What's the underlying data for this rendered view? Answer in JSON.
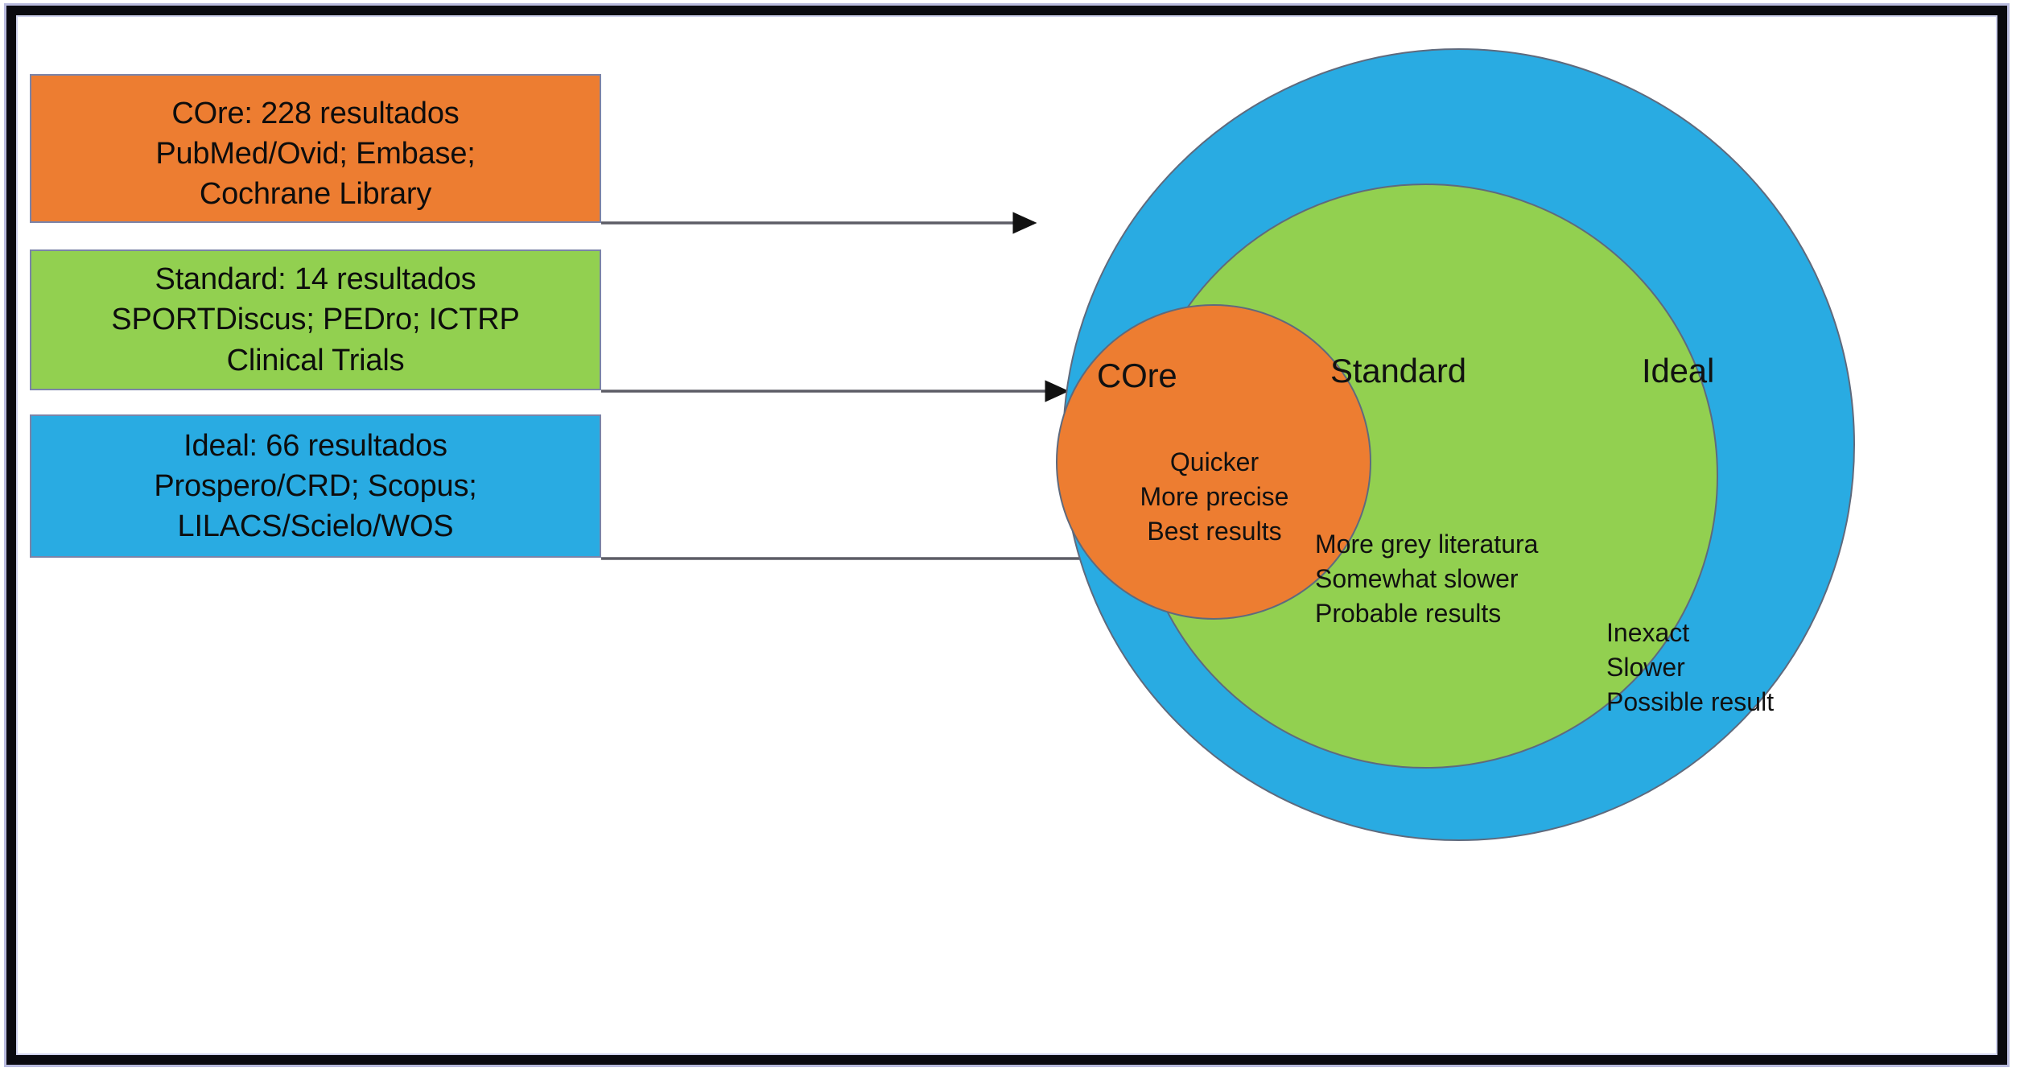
{
  "diagram": {
    "title": "Search strategy levels Venn diagram",
    "colors": {
      "core_orange": "#ED7D31",
      "standard_green": "#92D050",
      "ideal_blue": "#29ABE2",
      "box_border": "#7B84A8",
      "circle_stroke": "#5F6A7D",
      "frame_black": "#0A0A10",
      "text_black": "#111111"
    }
  },
  "legend": {
    "core": {
      "lines": [
        "COre: 228 resultados",
        "PubMed/Ovid; Embase;",
        "Cochrane Library"
      ],
      "color": "#ED7D31"
    },
    "standard": {
      "lines": [
        "Standard: 14 resultados",
        "SPORTDiscus; PEDro; ICTRP",
        "Clinical Trials"
      ],
      "color": "#92D050"
    },
    "ideal": {
      "lines": [
        "Ideal: 66 resultados",
        "Prospero/CRD; Scopus;",
        "LILACS/Scielo/WOS"
      ],
      "color": "#29ABE2"
    }
  },
  "venn": {
    "core": {
      "label": "COre",
      "attributes": [
        "Quicker",
        "More precise",
        "Best results"
      ]
    },
    "standard": {
      "label": "Standard",
      "attributes": [
        "More grey literatura",
        "Somewhat slower",
        "Probable results"
      ]
    },
    "ideal": {
      "label": "Ideal",
      "attributes": [
        "Inexact",
        "Slower",
        "Possible result"
      ]
    }
  },
  "arrows": [
    {
      "name": "arrow-core-to-core-circle",
      "from": "box-core",
      "to": "circle-core"
    },
    {
      "name": "arrow-standard-to-standard-circle",
      "from": "box-standard",
      "to": "circle-standard"
    },
    {
      "name": "arrow-ideal-to-ideal-circle",
      "from": "box-ideal",
      "to": "circle-ideal"
    }
  ]
}
